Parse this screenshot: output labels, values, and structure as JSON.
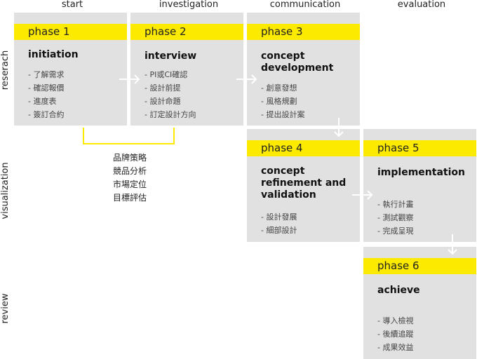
{
  "columns": [
    "start",
    "investigation",
    "communication",
    "evaluation"
  ],
  "rows": [
    "reserach",
    "visualization",
    "review"
  ],
  "phases": [
    {
      "label": "phase 1",
      "title": "initiation",
      "items": [
        "了解需求",
        "確認報價",
        "進度表",
        "簽訂合約"
      ]
    },
    {
      "label": "phase 2",
      "title": "interview",
      "items": [
        "PI或CI確認",
        "設計前提",
        "設計命題",
        "訂定設計方向"
      ]
    },
    {
      "label": "phase 3",
      "title": "concept development",
      "items": [
        "創意發想",
        "風格規劃",
        "提出設計案"
      ]
    },
    {
      "label": "phase 4",
      "title": "concept refinement and validation",
      "items": [
        "設計發展",
        "細部設計"
      ]
    },
    {
      "label": "phase 5",
      "title": "implementation",
      "items": [
        "執行計畫",
        "測試觀察",
        "完成呈現"
      ]
    },
    {
      "label": "phase 6",
      "title": "achieve",
      "items": [
        "導入檢視",
        "後續追蹤",
        "成果效益"
      ]
    }
  ],
  "bracket_items": [
    "品牌策略",
    "競品分析",
    "市場定位",
    "目標評估"
  ],
  "colors": {
    "accent": "#fcea00",
    "card": "#e1e1e1",
    "arrow": "#ffffff"
  }
}
